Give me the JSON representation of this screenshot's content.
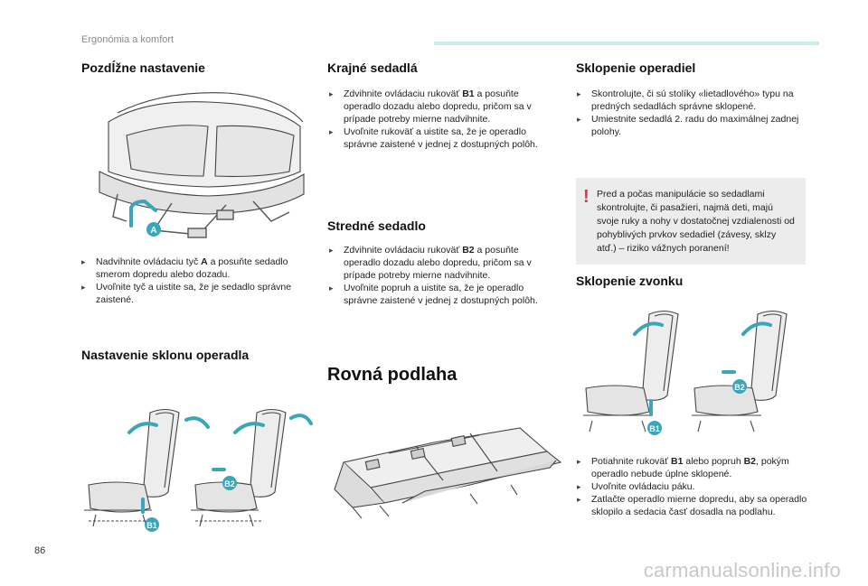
{
  "header": {
    "label": "Ergonómia a komfort"
  },
  "page_number": "86",
  "watermark": "carmanualsonline.info",
  "sections": {
    "pozdlzne": {
      "title": "Pozdĺžne nastavenie",
      "bullets": [
        [
          "Nadvihnite ovládaciu tyč ",
          {
            "b": "A"
          },
          " a posuňte sedadlo smerom dopredu alebo dozadu."
        ],
        [
          "Uvoľnite tyč a uistite sa, že je sedadlo správne zaistené."
        ]
      ],
      "figure": {
        "label_a": "A"
      }
    },
    "sklon": {
      "title": "Nastavenie sklonu operadla",
      "figure": {
        "label_b1": "B1",
        "label_b2": "B2"
      }
    },
    "krajne": {
      "title": "Krajné sedadlá",
      "bullets": [
        [
          "Zdvihnite ovládaciu rukoväť ",
          {
            "b": "B1"
          },
          " a posuňte operadlo dozadu alebo dopredu, pričom sa v prípade potreby mierne nadvihnite."
        ],
        [
          "Uvoľnite rukoväť a uistite sa, že je operadlo správne zaistené v jednej z dostupných polôh."
        ]
      ]
    },
    "stredne": {
      "title": "Stredné sedadlo",
      "bullets": [
        [
          "Zdvihnite ovládaciu rukoväť ",
          {
            "b": "B2"
          },
          " a posuňte operadlo dozadu alebo dopredu, pričom sa v prípade potreby mierne nadvihnite."
        ],
        [
          "Uvoľnite popruh a uistite sa, že je operadlo správne zaistené v jednej z dostupných polôh."
        ]
      ]
    },
    "rovna": {
      "title": "Rovná podlaha"
    },
    "sklopenie_operadiel": {
      "title": "Sklopenie operadiel",
      "bullets": [
        [
          "Skontrolujte, či sú stolíky «lietadlového» typu na predných sedadlách správne sklopené."
        ],
        [
          "Umiestnite sedadlá 2. radu do maximálnej zadnej polohy."
        ]
      ],
      "warning": "Pred a počas manipulácie so sedadlami skontrolujte, či pasažieri, najmä deti, majú svoje ruky a nohy v dostatočnej vzdialenosti od pohyblivých prvkov sedadiel (závesy, sklzy atď.) – riziko vážnych poranení!",
      "warning_icon": "!"
    },
    "sklopenie_zvonku": {
      "title": "Sklopenie zvonku",
      "figure": {
        "label_b1": "B1",
        "label_b2": "B2"
      },
      "bullets": [
        [
          "Potiahnite rukoväť ",
          {
            "b": "B1"
          },
          " alebo popruh ",
          {
            "b": "B2"
          },
          ", pokým operadlo nebude úplne sklopené."
        ],
        [
          "Uvoľnite ovládaciu páku."
        ],
        [
          "Zatlačte operadlo mierne dopredu, aby sa operadlo sklopilo a sedacia časť dosadla na podlahu."
        ]
      ]
    }
  },
  "bullet_icon": "arrow-bullet-icon",
  "bullet_glyph": "",
  "colors": {
    "accent": "#3aa7b8",
    "header_bar": "#c9ecec",
    "warning_bg": "#ececec",
    "warning_icon": "#e2343f"
  }
}
